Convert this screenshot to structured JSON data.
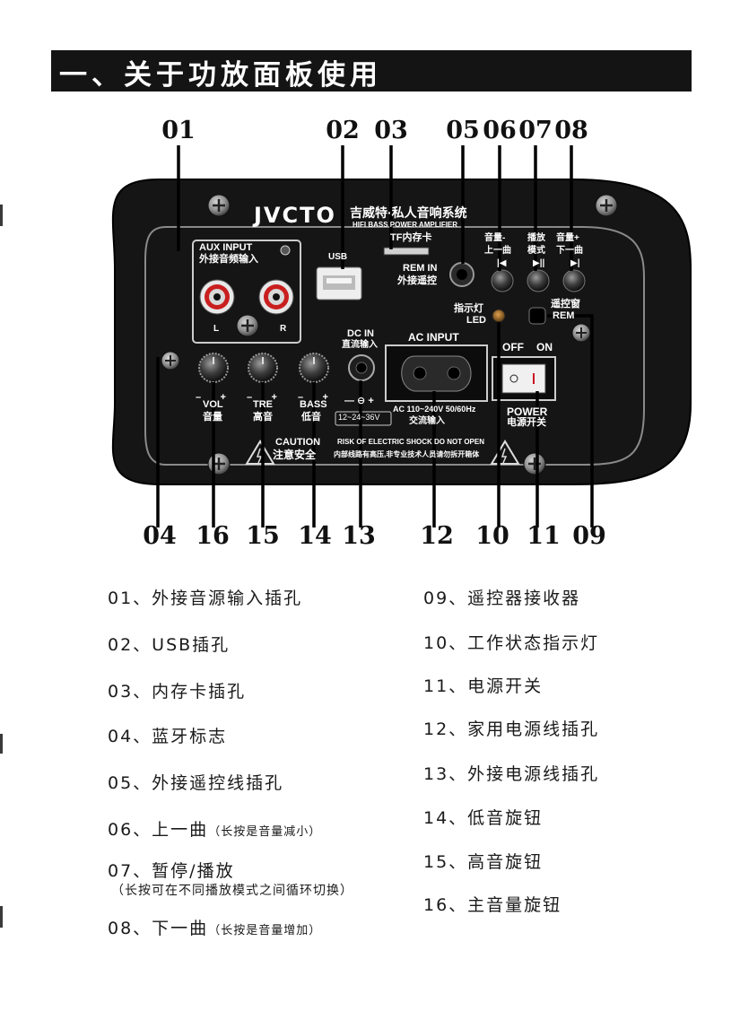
{
  "title": "一、关于功放面板使用",
  "panel": {
    "brand": "JVCTO",
    "brand_cn": "吉威特·私人音响系统",
    "brand_en": "HIFI BASS POWER AMPLIFIER",
    "aux_en": "AUX INPUT",
    "aux_cn": "外接音频输入",
    "aux_left": "L",
    "aux_right": "R",
    "usb": "USB",
    "tf": "TF内存卡",
    "rem_in_en": "REM IN",
    "rem_in_cn": "外接遥控",
    "btn_prev_cn": "音量-",
    "btn_prev_cn2": "上一曲",
    "btn_play_cn": "播放",
    "btn_play_cn2": "模式",
    "btn_next_cn": "音量+",
    "btn_next_cn2": "下一曲",
    "led_cn": "指示灯",
    "led_en": "LED",
    "rem_cn": "遥控窗",
    "rem_en": "REM",
    "dc_en": "DC IN",
    "dc_cn": "直流输入",
    "dc_range": "12~24~36V",
    "ac_en": "AC INPUT",
    "ac_spec": "AC 110~240V 50/60Hz",
    "ac_cn": "交流输入",
    "off": "OFF",
    "on": "ON",
    "power_en": "POWER",
    "power_cn": "电源开关",
    "vol_en": "VOL",
    "vol_cn": "音量",
    "tre_en": "TRE",
    "tre_cn": "高音",
    "bass_en": "BASS",
    "bass_cn": "低音",
    "caution_en": "CAUTION",
    "caution_cn": "注意安全",
    "risk_en": "RISK OF ELECTRIC SHOCK DO NOT OPEN",
    "risk_cn": "内部线路有高压,非专业技术人员请勿拆开箱体"
  },
  "callouts_top": [
    "01",
    "02",
    "03",
    "05",
    "06",
    "07",
    "08"
  ],
  "callouts_bottom": [
    "04",
    "16",
    "15",
    "14",
    "13",
    "12",
    "10",
    "11",
    "09"
  ],
  "legend_left": [
    {
      "text": "01、外接音源输入插孔",
      "note": ""
    },
    {
      "text": "02、USB插孔",
      "note": ""
    },
    {
      "text": "03、内存卡插孔",
      "note": ""
    },
    {
      "text": "04、蓝牙标志",
      "note": ""
    },
    {
      "text": "05、外接遥控线插孔",
      "note": ""
    },
    {
      "text": "06、上一曲",
      "note": "（长按是音量减小）"
    },
    {
      "text": "07、暂停/播放",
      "note": ""
    },
    {
      "text": "08、下一曲",
      "note": "（长按是音量增加）"
    }
  ],
  "legend_07_sub": "（长按可在不同播放模式之间循环切换）",
  "legend_right": [
    "09、遥控器接收器",
    "10、工作状态指示灯",
    "11、电源开关",
    "12、家用电源线插孔",
    "13、外接电源线插孔",
    "14、低音旋钮",
    "15、高音旋钮",
    "16、主音量旋钮"
  ]
}
